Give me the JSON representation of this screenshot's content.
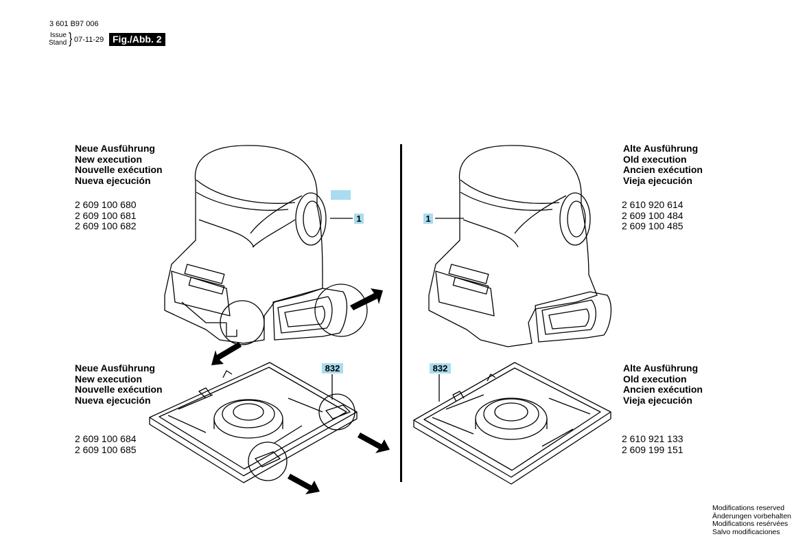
{
  "header": {
    "doc_number": "3 601 B97 006",
    "issue_label": "Issue",
    "stand_label": "Stand",
    "brace": "}",
    "date": "07-11-29",
    "fig_label": "Fig./Abb. 2"
  },
  "left_top": {
    "heading": [
      "Neue Ausführung",
      "New execution",
      "Nouvelle exécution",
      "Nueva ejecución"
    ],
    "numbers": [
      "2 609 100 680",
      "2 609 100 681",
      "2 609 100 682"
    ],
    "callout": "1"
  },
  "right_top": {
    "heading": [
      "Alte Ausführung",
      "Old execution",
      "Ancien exécution",
      "Vieja ejecución"
    ],
    "numbers": [
      "2 610 920 614",
      "2 609 100 484",
      "2 609 100 485"
    ],
    "callout": "1"
  },
  "left_bottom": {
    "heading": [
      "Neue Ausführung",
      "New execution",
      "Nouvelle exécution",
      "Nueva ejecución"
    ],
    "numbers": [
      "2 609 100 684",
      "2 609 100 685"
    ],
    "callout": "832"
  },
  "right_bottom": {
    "heading": [
      "Alte Ausführung",
      "Old execution",
      "Ancien exécution",
      "Vieja ejecución"
    ],
    "numbers": [
      "2 610 921 133",
      "2 609 199 151"
    ],
    "callout": "832"
  },
  "footer": [
    "Modifications reserved",
    "Änderungen vorbehalten",
    "Modifications resérvées",
    "Salvo modificaciones"
  ],
  "colors": {
    "callout_bg": "#a9dcf0",
    "fig_bg": "#000000"
  }
}
